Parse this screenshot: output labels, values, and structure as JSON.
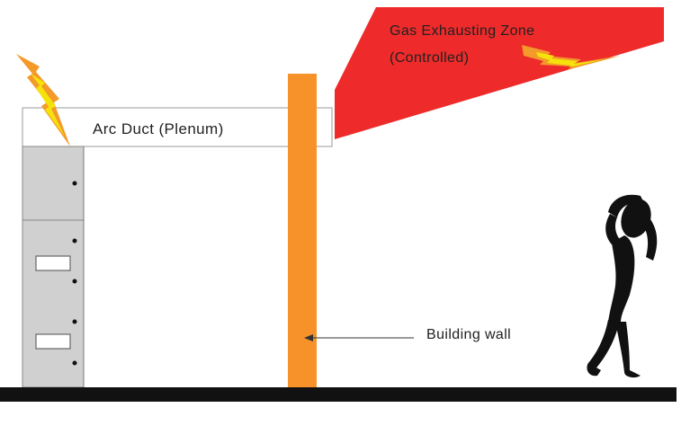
{
  "labels": {
    "duct": "Arc Duct (Plenum)",
    "zone_title": "Gas Exhausting Zone",
    "zone_subtitle": "(Controlled)",
    "wall": "Building wall"
  },
  "colors": {
    "zone_fill": "#ee2a2a",
    "wall_fill": "#f7922a",
    "switchgear_fill": "#d0d0d0",
    "ground": "#111111",
    "bolt_outer": "#f39a2a",
    "bolt_inner": "#f5e20a"
  },
  "icons": {
    "arc_flash": "lightning-bolt-icon",
    "person": "person-covering-head-icon"
  }
}
